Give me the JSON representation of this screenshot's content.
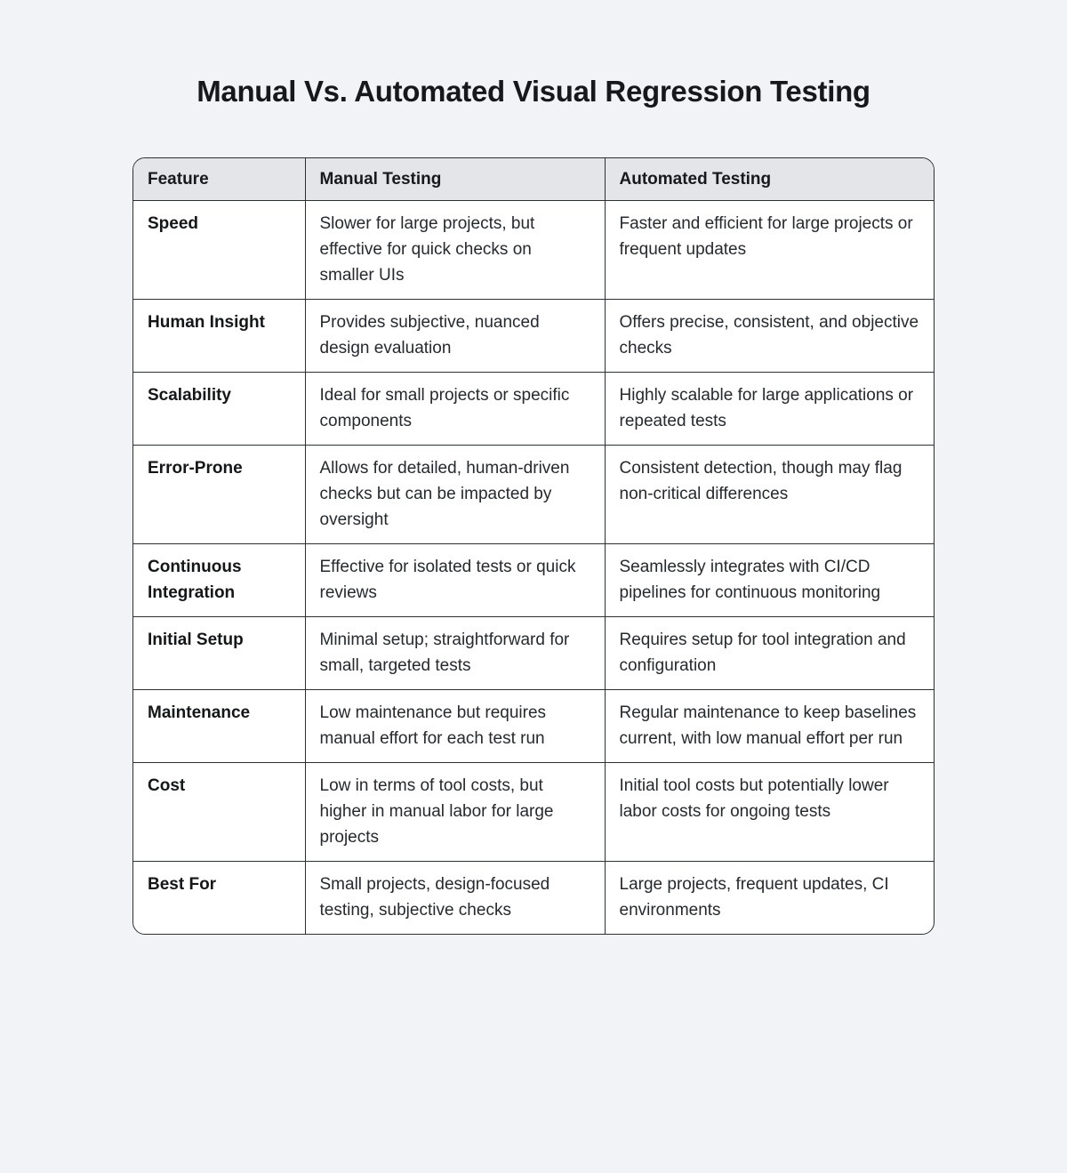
{
  "chart_data": {
    "type": "table",
    "title": "Manual Vs. Automated Visual Regression Testing",
    "columns": [
      "Feature",
      "Manual Testing",
      "Automated Testing"
    ],
    "rows": [
      {
        "feature": "Speed",
        "manual": "Slower for large projects, but effective for quick checks on smaller UIs",
        "automated": "Faster and efficient for large projects or frequent updates"
      },
      {
        "feature": "Human Insight",
        "manual": "Provides subjective, nuanced design evaluation",
        "automated": "Offers precise, consistent, and objective checks"
      },
      {
        "feature": "Scalability",
        "manual": "Ideal for small projects or specific components",
        "automated": "Highly scalable for large applications or repeated tests"
      },
      {
        "feature": "Error-Prone",
        "manual": "Allows for detailed, human-driven checks but can be impacted by oversight",
        "automated": "Consistent detection, though may flag non-critical differences"
      },
      {
        "feature": "Continuous Integration",
        "manual": "Effective for isolated tests or quick reviews",
        "automated": "Seamlessly integrates with CI/CD pipelines for continuous monitoring"
      },
      {
        "feature": "Initial Setup",
        "manual": "Minimal setup; straightforward for small, targeted tests",
        "automated": "Requires setup for tool integration and configuration"
      },
      {
        "feature": "Maintenance",
        "manual": "Low maintenance but requires manual effort for each test run",
        "automated": "Regular maintenance to keep baselines current, with low manual effort per run"
      },
      {
        "feature": "Cost",
        "manual": "Low in terms of tool costs, but higher in manual labor for large projects",
        "automated": "Initial tool costs but potentially lower labor costs for ongoing tests"
      },
      {
        "feature": "Best For",
        "manual": "Small projects, design-focused testing, subjective checks",
        "automated": "Large projects, frequent updates, CI environments"
      }
    ],
    "layout": {
      "page_background": "#f1f3f6",
      "cell_background": "#ffffff",
      "header_background": "#e3e5e8",
      "border_color": "#2c3034",
      "title_color": "#16181b",
      "corner_radius_px": 14,
      "grid": "full"
    }
  }
}
